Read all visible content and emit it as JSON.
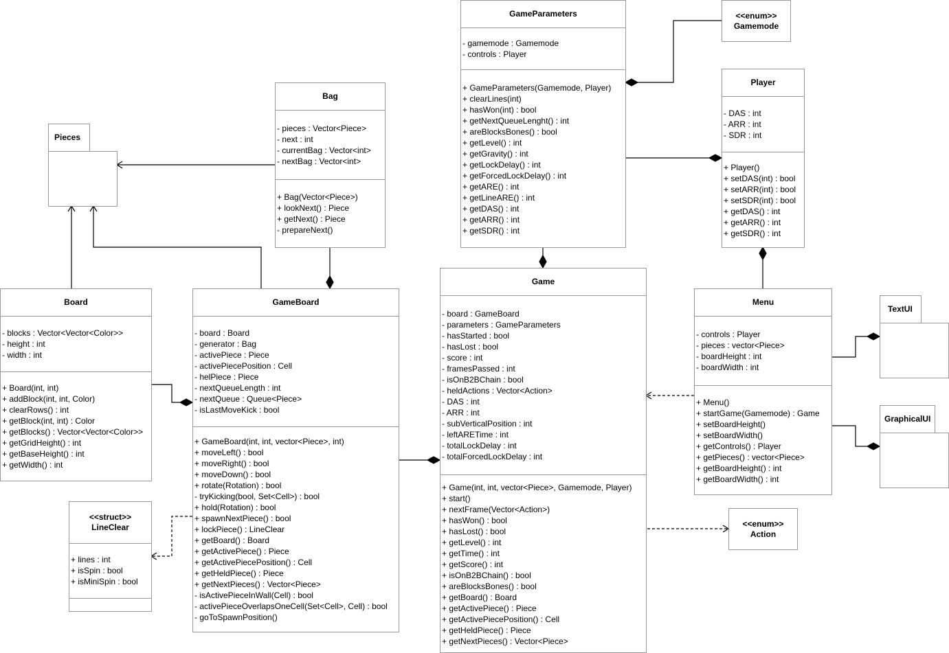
{
  "classes": {
    "pieces": {
      "name": "Pieces"
    },
    "textui": {
      "name": "TextUI"
    },
    "graphicalui": {
      "name": "GraphicalUI"
    },
    "gamemode": {
      "stereotype": "<<enum>>",
      "name": "Gamemode"
    },
    "action": {
      "stereotype": "<<enum>>",
      "name": "Action"
    },
    "bag": {
      "name": "Bag",
      "attributes": [
        "- pieces : Vector<Piece>",
        "- next : int",
        "- currentBag : Vector<int>",
        "- nextBag : Vector<int>"
      ],
      "methods": [
        "+ Bag(Vector<Piece>)",
        "+ lookNext() : Piece",
        "+ getNext() : Piece",
        "- prepareNext()"
      ]
    },
    "gameparameters": {
      "name": "GameParameters",
      "attributes": [
        "- gamemode : Gamemode",
        "- controls : Player"
      ],
      "methods": [
        "+ GameParameters(Gamemode, Player)",
        "+ clearLines(int)",
        "+ hasWon(int) : bool",
        "+ getNextQueueLenght() : int",
        "+ areBlocksBones() : bool",
        "+ getLevel() : int",
        "+ getGravity() : int",
        "+ getLockDelay() : int",
        "+ getForcedLockDelay() : int",
        "+ getARE() : int",
        "+ getLineARE() : int",
        "+ getDAS() : int",
        "+ getARR() : int",
        "+ getSDR() : int"
      ]
    },
    "player": {
      "name": "Player",
      "attributes": [
        "- DAS : int",
        "- ARR : int",
        "- SDR : int"
      ],
      "methods": [
        "+ Player()",
        "+ setDAS(int) : bool",
        "+ setARR(int) : bool",
        "+ setSDR(int) : bool",
        "+ getDAS() : int",
        "+ getARR() : int",
        "+ getSDR() : int"
      ]
    },
    "board": {
      "name": "Board",
      "attributes": [
        "- blocks : Vector<Vector<Color>>",
        "- height : int",
        "- width : int"
      ],
      "methods": [
        "+ Board(int, int)",
        "+ addBlock(int, int, Color)",
        "+ clearRows() : int",
        "+ getBlock(int, int) : Color",
        "+ getBlocks() : Vector<Vector<Color>>",
        "+ getGridHeight() : int",
        "+ getBaseHeight() : int",
        "+ getWidth() : int"
      ]
    },
    "gameboard": {
      "name": "GameBoard",
      "attributes": [
        "- board : Board",
        "- generator : Bag",
        "- activePiece : Piece",
        "- activePiecePosition : Cell",
        "- helPiece : Piece",
        "- nextQueueLength : int",
        "- nextQueue : Queue<Piece>",
        "- isLastMoveKick : bool"
      ],
      "methods": [
        "+ GameBoard(int, int, vector<Piece>, int)",
        "+ moveLeft() : bool",
        "+ moveRight() : bool",
        "+ moveDown() : bool",
        "+ rotate(Rotation) : bool",
        "- tryKicking(bool, Set<Cell>) : bool",
        "+ hold(Rotation) : bool",
        "+ spawnNextPiece() : bool",
        "+ lockPiece() : LineClear",
        "+ getBoard() : Board",
        "+ getActivePiece() : Piece",
        "+ getActivePiecePosition() : Cell",
        "+ getHeldPiece() : Piece",
        "+ getNextPieces() : Vector<Piece>",
        "- isActivePieceInWall(Cell) : bool",
        "- activePieceOverlapsOneCell(Set<Cell>, Cell) : bool",
        "- goToSpawnPosition()"
      ]
    },
    "game": {
      "name": "Game",
      "attributes": [
        "- board : GameBoard",
        "- parameters : GameParameters",
        "- hasStarted : bool",
        "- hasLost : bool",
        "- score : int",
        "- framesPassed : int",
        "- isOnB2BChain : bool",
        "- heldActions : Vector<Action>",
        "- DAS : int",
        "- ARR : int",
        "- subVerticalPosition : int",
        "- leftARETime : int",
        "- totalLockDelay : int",
        "- totalForcedLockDelay : int"
      ],
      "methods": [
        "+ Game(int, int, vector<Piece>, Gamemode, Player)",
        "+ start()",
        "+ nextFrame(Vector<Action>)",
        "+ hasWon() : bool",
        "+ hasLost() : bool",
        "+ getLevel() : int",
        "+ getTime() : int",
        "+ getScore() : int",
        "+ isOnB2BChain() : bool",
        "+ areBlocksBones() : bool",
        "+ getBoard() : Board",
        "+ getActivePiece() : Piece",
        "+ getActivePiecePosition() : Cell",
        "+ getHeldPiece() : Piece",
        "+ getNextPieces() : Vector<Piece>"
      ]
    },
    "menu": {
      "name": "Menu",
      "attributes": [
        "- controls : Player",
        "- pieces : vector<Piece>",
        "- boardHeight : int",
        "- boardWidth : int"
      ],
      "methods": [
        "+ Menu()",
        "+ startGame(Gamemode) : Game",
        "+ setBoardHeight()",
        "+ setBoardWidth()",
        "+ getControls() : Player",
        "+ getPieces() : vector<Piece>",
        "+ getBoardHeight() : int",
        "+ getBoardWidth() : int"
      ]
    },
    "lineclear": {
      "stereotype": "<<struct>>",
      "name": "LineClear",
      "attributes": [
        "+ lines : int",
        "+ isSpin : bool",
        "+ isMiniSpin : bool"
      ],
      "methods": []
    }
  }
}
